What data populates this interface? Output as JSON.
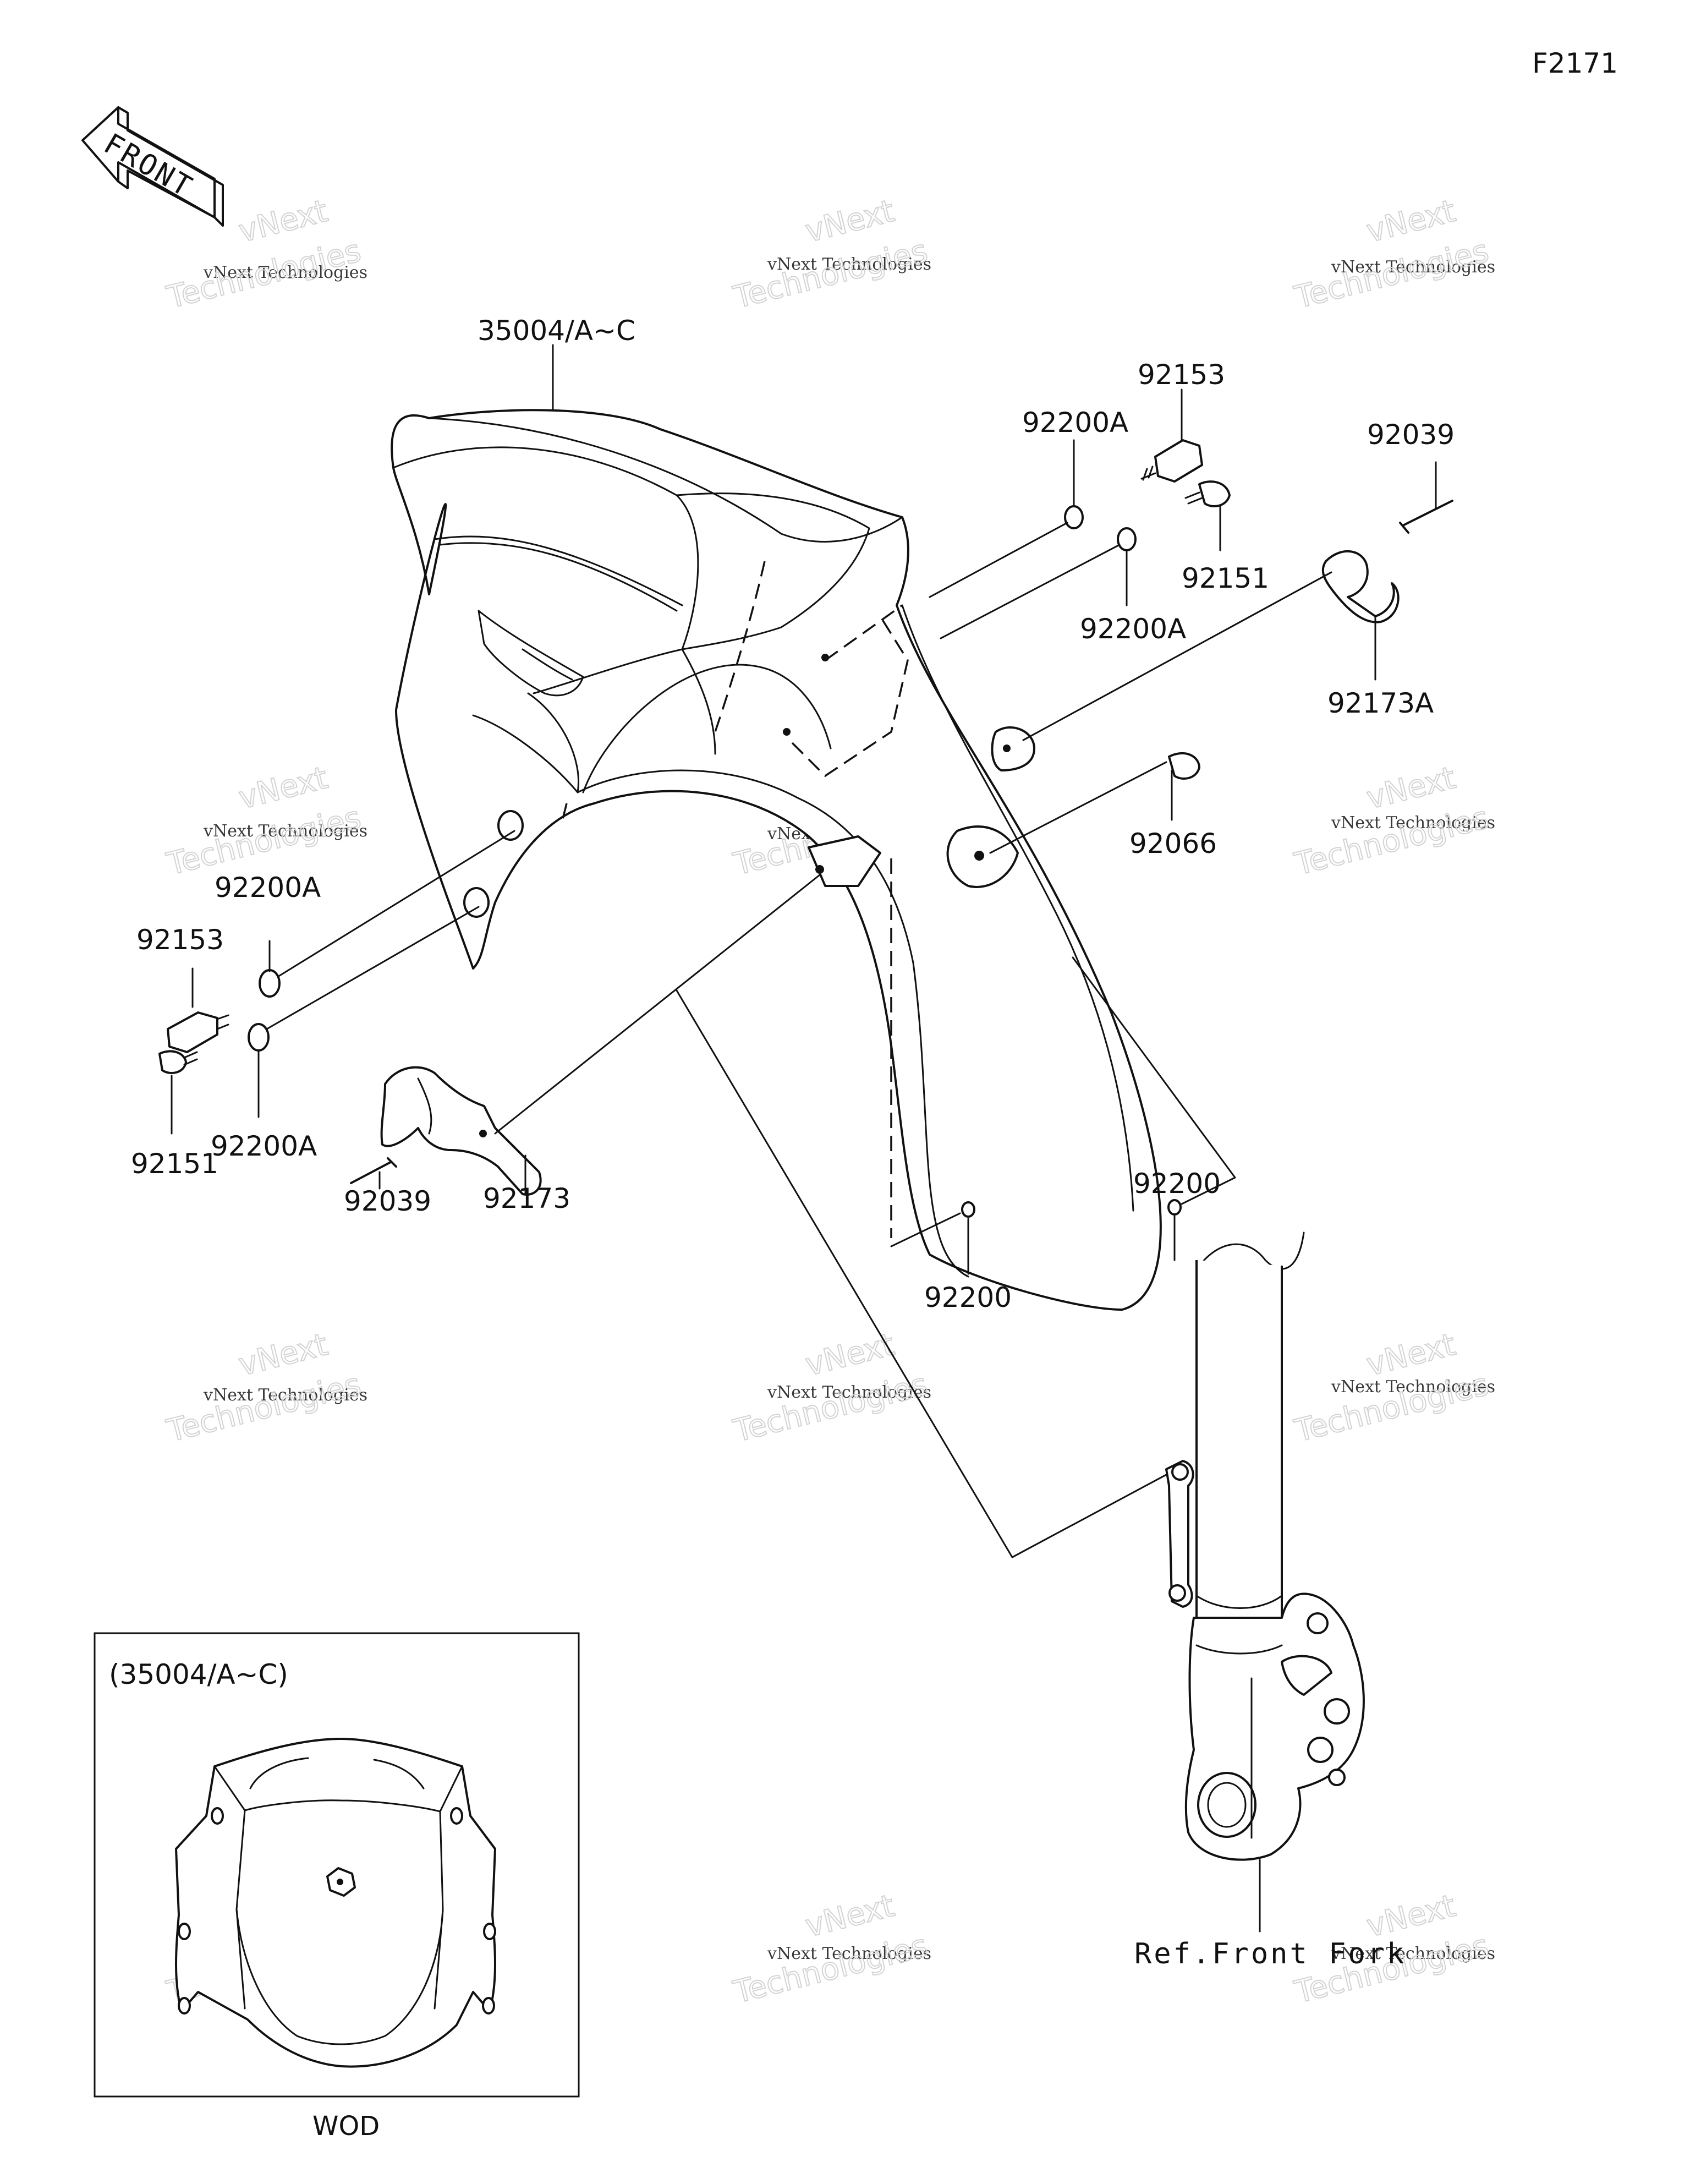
{
  "diagram_code": "F2171",
  "front_arrow_label": "FRONT",
  "watermark": {
    "line1": "vNext Technologies",
    "line2": "Technologies",
    "line3": "vNext"
  },
  "parts": {
    "fender": "35004/A~C",
    "stud_right": "92153",
    "washer_right_top": "92200A",
    "washer_right_bottom": "92200A",
    "bolt_right": "92151",
    "rivet_right": "92039",
    "clamp_right": "92173A",
    "grommet": "92066",
    "washer_left_top": "92200A",
    "stud_left": "92153",
    "washer_left_bottom": "92200A",
    "bolt_left": "92151",
    "rivet_left": "92039",
    "clamp_left": "92173",
    "nut_right": "92200",
    "nut_center": "92200"
  },
  "reference": "Ref.Front Fork",
  "inset": {
    "title": "(35004/A~C)",
    "caption": "WOD"
  }
}
